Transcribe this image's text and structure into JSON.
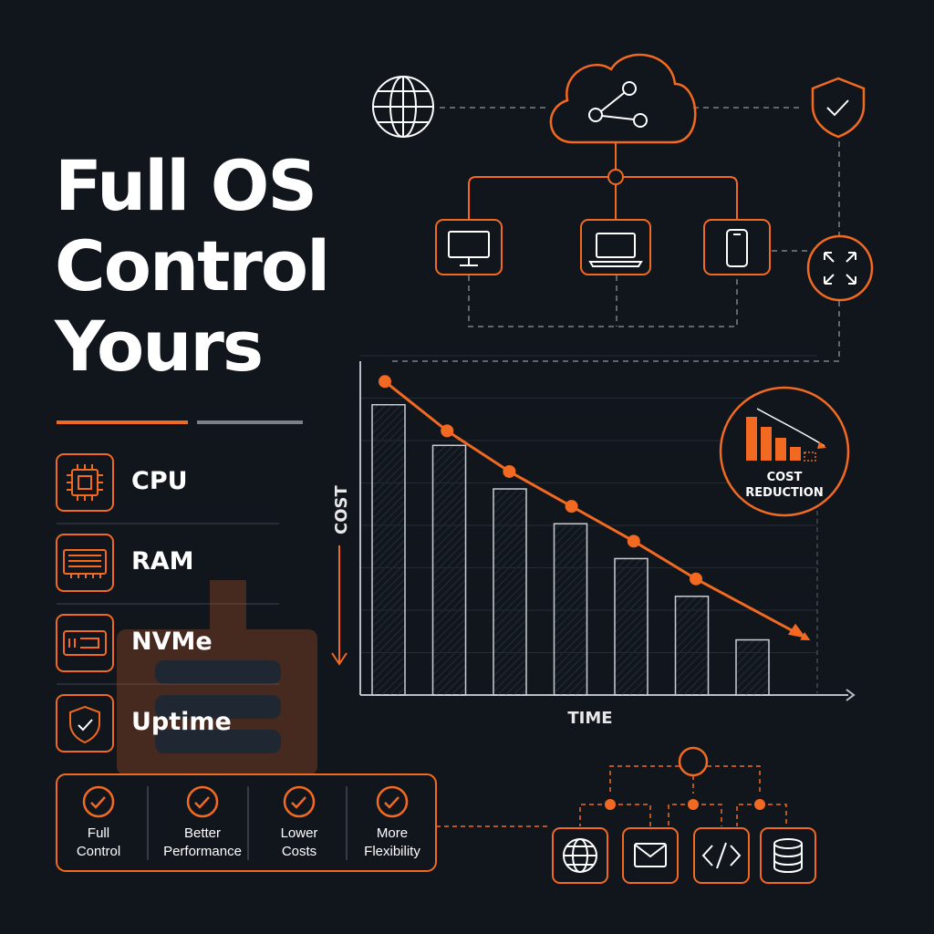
{
  "headline": {
    "line1": "Full OS",
    "line2": "Control",
    "line3": "Yours"
  },
  "features": [
    {
      "label": "CPU",
      "icon": "cpu-chip-icon"
    },
    {
      "label": "RAM",
      "icon": "ram-module-icon"
    },
    {
      "label": "NVMe",
      "icon": "nvme-drive-icon"
    },
    {
      "label": "Uptime",
      "icon": "shield-check-icon"
    }
  ],
  "benefits": [
    {
      "line1": "Full",
      "line2": "Control"
    },
    {
      "line1": "Better",
      "line2": "Performance"
    },
    {
      "line1": "Lower",
      "line2": "Costs"
    },
    {
      "line1": "More",
      "line2": "Flexibility"
    }
  ],
  "chart": {
    "xlabel": "TIME",
    "ylabel": "COST",
    "badge_line1": "COST",
    "badge_line2": "REDUCTION"
  },
  "chart_data": {
    "type": "bar",
    "categories": [
      "",
      "",
      "",
      "",
      "",
      "",
      ""
    ],
    "values": [
      100,
      86,
      71,
      59,
      47,
      34,
      19
    ],
    "trend": [
      108,
      91,
      77,
      65,
      53,
      40
    ],
    "xlabel": "TIME",
    "ylabel": "COST",
    "ylim": [
      0,
      115
    ],
    "grid": true
  },
  "network_icons": {
    "top_left": "globe-icon",
    "cloud": "cloud-share-icon",
    "top_right": "shield-check-icon",
    "devices": [
      "desktop-monitor-icon",
      "laptop-icon",
      "smartphone-icon"
    ],
    "scale": "expand-arrows-icon",
    "services": [
      "globe-icon",
      "mail-icon",
      "code-icon",
      "database-icon"
    ]
  },
  "colors": {
    "background": "#11161d",
    "accent": "#f26a21",
    "line": "#8a9099",
    "text": "#ffffff"
  }
}
